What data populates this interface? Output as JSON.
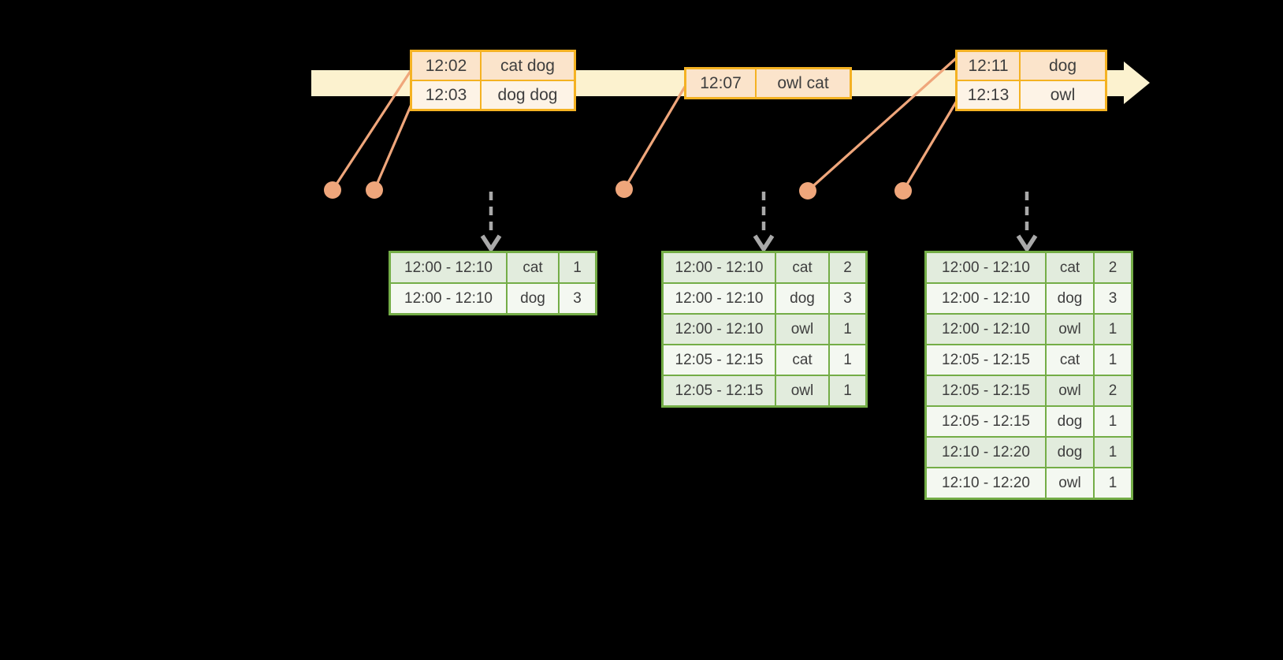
{
  "diagram": {
    "description_visible_elements": "timeline arrow with per-trigger input record tables, event dots, trigger arrows, windowed count result tables",
    "colors": {
      "background": "#000000",
      "timeline_fill": "#FCF2CF",
      "event_table_border": "#F4B223",
      "event_row_dark": "#FBE4CB",
      "event_row_light": "#FDF3E6",
      "connector_salmon": "#EFA67B",
      "result_table_border": "#74AD47",
      "result_row_dark": "#E2ECDD",
      "result_row_light": "#F4F8F1",
      "trigger_arrow_gray": "#A9A9A9",
      "table_text": "#3E3E3E"
    },
    "event_tables": [
      {
        "rows": [
          [
            "12:02",
            "cat dog"
          ],
          [
            "12:03",
            "dog dog"
          ]
        ]
      },
      {
        "rows": [
          [
            "12:07",
            "owl cat"
          ]
        ]
      },
      {
        "rows": [
          [
            "12:11",
            "dog"
          ],
          [
            "12:13",
            "owl"
          ]
        ]
      }
    ],
    "result_tables": [
      {
        "rows": [
          [
            "12:00 - 12:10",
            "cat",
            "1"
          ],
          [
            "12:00 - 12:10",
            "dog",
            "3"
          ]
        ]
      },
      {
        "rows": [
          [
            "12:00 - 12:10",
            "cat",
            "2"
          ],
          [
            "12:00 - 12:10",
            "dog",
            "3"
          ],
          [
            "12:00 - 12:10",
            "owl",
            "1"
          ],
          [
            "12:05 - 12:15",
            "cat",
            "1"
          ],
          [
            "12:05 - 12:15",
            "owl",
            "1"
          ]
        ]
      },
      {
        "rows": [
          [
            "12:00 - 12:10",
            "cat",
            "2"
          ],
          [
            "12:00 - 12:10",
            "dog",
            "3"
          ],
          [
            "12:00 - 12:10",
            "owl",
            "1"
          ],
          [
            "12:05 - 12:15",
            "cat",
            "1"
          ],
          [
            "12:05 - 12:15",
            "owl",
            "2"
          ],
          [
            "12:05 - 12:15",
            "dog",
            "1"
          ],
          [
            "12:10 - 12:20",
            "dog",
            "1"
          ],
          [
            "12:10 - 12:20",
            "owl",
            "1"
          ]
        ]
      }
    ]
  }
}
